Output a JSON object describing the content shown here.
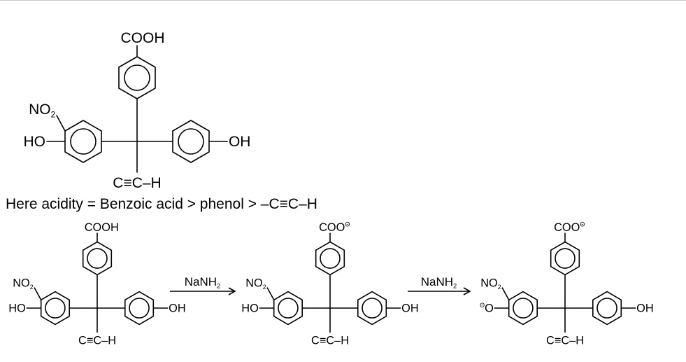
{
  "statement": "Here acidity = Benzoic acid > phenol > –C≡C–H",
  "molecules": [
    {
      "top_group": "COOH",
      "top_charge": "",
      "nitro": "NO",
      "nitro_sub": "2",
      "left_group": "HO",
      "left_charge": "",
      "right_group": "OH",
      "bottom_group": "C≡C–H"
    },
    {
      "top_group": "COOH",
      "top_charge": "",
      "nitro": "NO",
      "nitro_sub": "2",
      "left_group": "HO",
      "left_charge": "",
      "right_group": "OH",
      "bottom_group": "C≡C–H"
    },
    {
      "top_group": "COO",
      "top_charge": "Θ",
      "nitro": "NO",
      "nitro_sub": "2",
      "left_group": "HO",
      "left_charge": "",
      "right_group": "OH",
      "bottom_group": "C≡C–H"
    },
    {
      "top_group": "COO",
      "top_charge": "Θ",
      "nitro": "NO",
      "nitro_sub": "2",
      "left_group": "O",
      "left_charge": "Θ",
      "right_group": "OH",
      "bottom_group": "C≡C–H"
    }
  ],
  "arrows": [
    {
      "reagent": "NaNH",
      "reagent_sub": "2"
    },
    {
      "reagent": "NaNH",
      "reagent_sub": "2"
    }
  ]
}
